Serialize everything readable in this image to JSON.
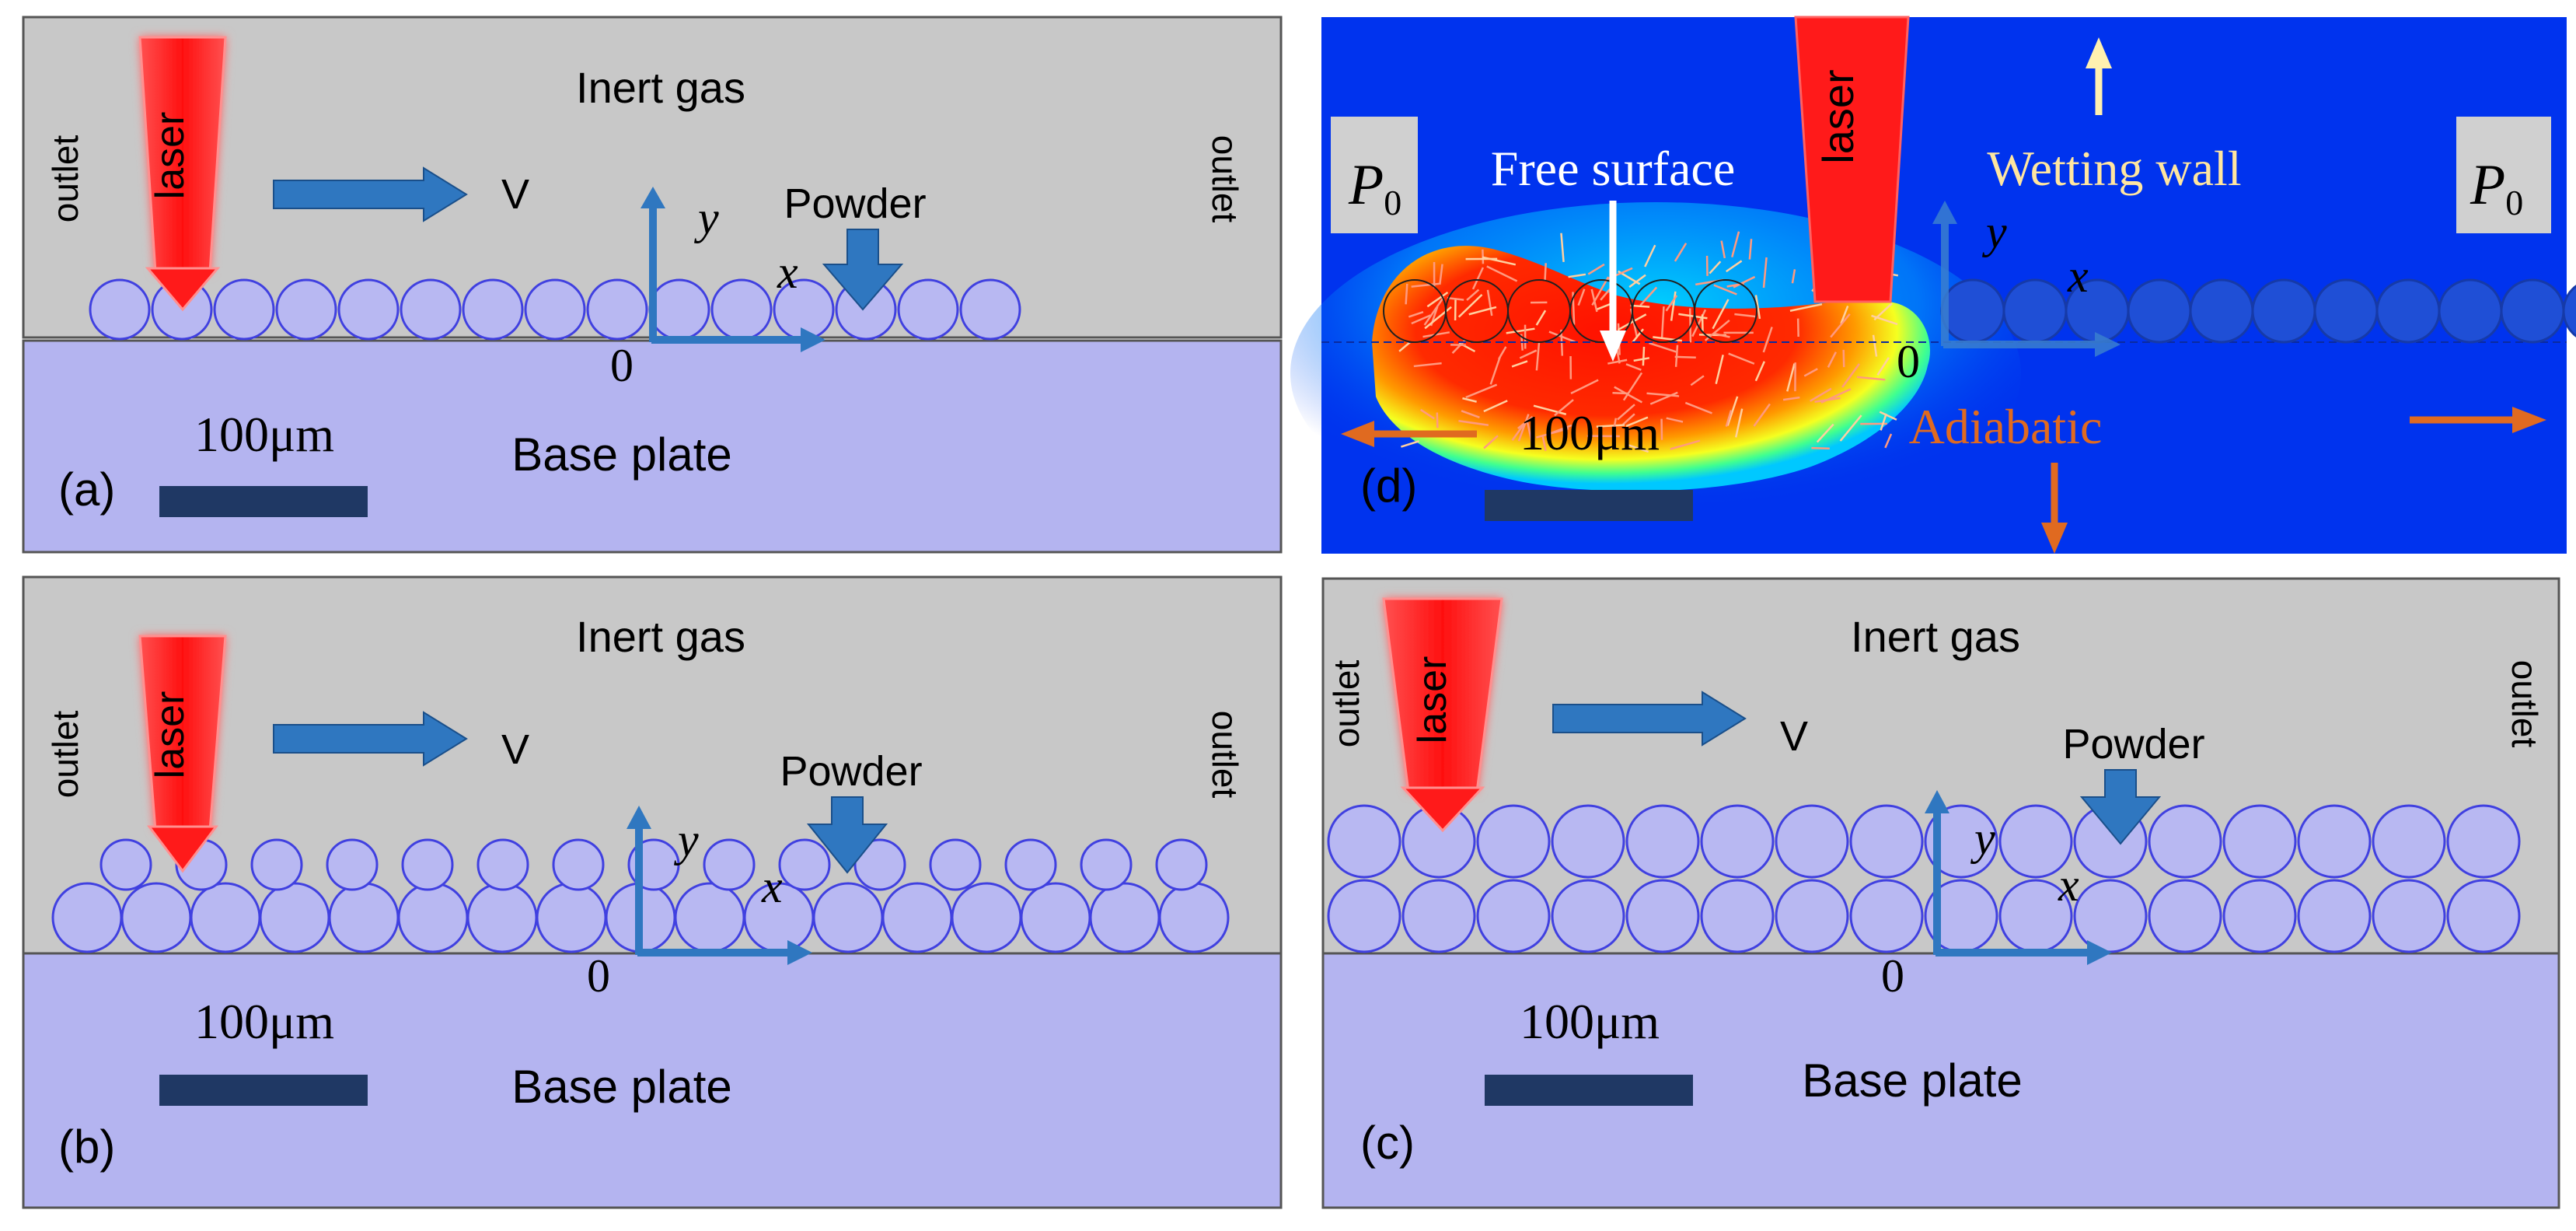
{
  "panels": {
    "a": {
      "label": "(a)",
      "gas_label": "Inert gas",
      "laser_label": "laser",
      "velocity_label": "V",
      "powder_label": "Powder",
      "outlet_left": "outlet",
      "outlet_right": "outlet",
      "axis_y": "y",
      "axis_x": "x",
      "origin": "0",
      "scale_label": "100μm",
      "base_label": "Base plate",
      "powder_layers": 1
    },
    "b": {
      "label": "(b)",
      "gas_label": "Inert gas",
      "laser_label": "laser",
      "velocity_label": "V",
      "powder_label": "Powder",
      "outlet_left": "outlet",
      "outlet_right": "outlet",
      "axis_y": "y",
      "axis_x": "x",
      "origin": "0",
      "scale_label": "100μm",
      "base_label": "Base plate",
      "powder_layers": 2
    },
    "c": {
      "label": "(c)",
      "gas_label": "Inert gas",
      "laser_label": "laser",
      "velocity_label": "V",
      "powder_label": "Powder",
      "outlet_left": "outlet",
      "outlet_right": "outlet",
      "axis_y": "y",
      "axis_x": "x",
      "origin": "0",
      "scale_label": "100μm",
      "base_label": "Base plate",
      "powder_layers": 2
    },
    "d": {
      "label": "(d)",
      "laser_label": "laser",
      "pressure_left": "P",
      "pressure_left_sub": "0",
      "pressure_right": "P",
      "pressure_right_sub": "0",
      "free_surface_label": "Free surface",
      "wetting_wall_label": "Wetting wall",
      "adiabatic_label": "Adiabatic",
      "axis_y": "y",
      "axis_x": "x",
      "origin": "0",
      "scale_label": "100μm"
    }
  },
  "colors": {
    "gas": "#c8c8c8",
    "base_plate": "#b4b4f0",
    "powder_stroke": "#4040e0",
    "powder_fill": "#b8b8f2",
    "laser_red": "#ff1a1a",
    "arrow_blue": "#2f77c0",
    "scale_bar": "#1f3864",
    "sim_background": "#0033ee",
    "adiabatic_orange": "#e06a20",
    "wetting_arrow": "#fff0b0"
  }
}
